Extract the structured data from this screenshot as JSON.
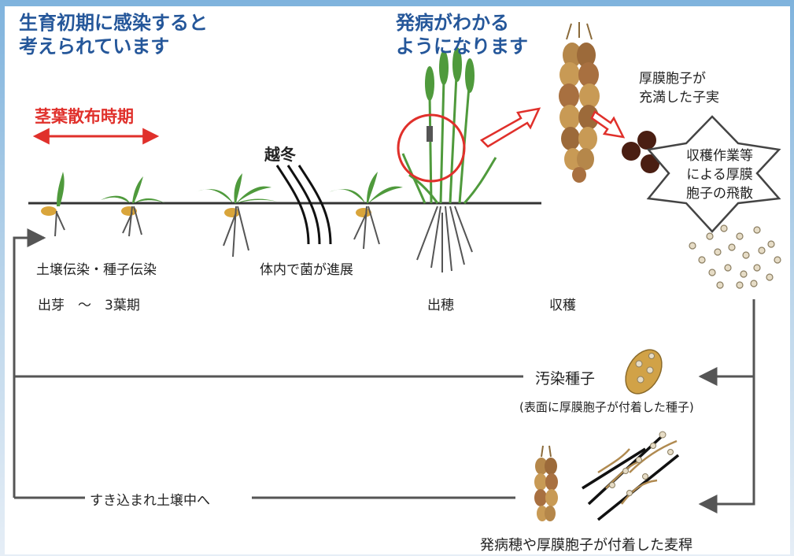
{
  "heading_left": "生育初期に感染すると\n考えられています",
  "heading_right": "発病がわかる\nようになります",
  "spray_period": "茎葉散布時期",
  "overwinter": "越冬",
  "soil_seed_infection": "土壌伝染・種子伝染",
  "fungus_progress": "体内で菌が進展",
  "stage_emergence": "出芽　～　3葉期",
  "stage_heading": "出穂",
  "stage_harvest": "収穫",
  "kernel_label": "厚膜胞子が\n充満した子実",
  "star_label": "収穫作業等\nによる厚膜\n胞子の飛散",
  "contaminated_seed": "汚染種子",
  "contaminated_seed_note": "(表面に厚膜胞子が付着した種子)",
  "plow_in": "すき込まれ土壌中へ",
  "diseased_straw": "発病穂や厚膜胞子が付着した麦稈",
  "colors": {
    "heading_blue": "#25579a",
    "accent_red": "#e0302b",
    "kernel_brown": "#4a1e12",
    "grain": "#c89a55"
  }
}
